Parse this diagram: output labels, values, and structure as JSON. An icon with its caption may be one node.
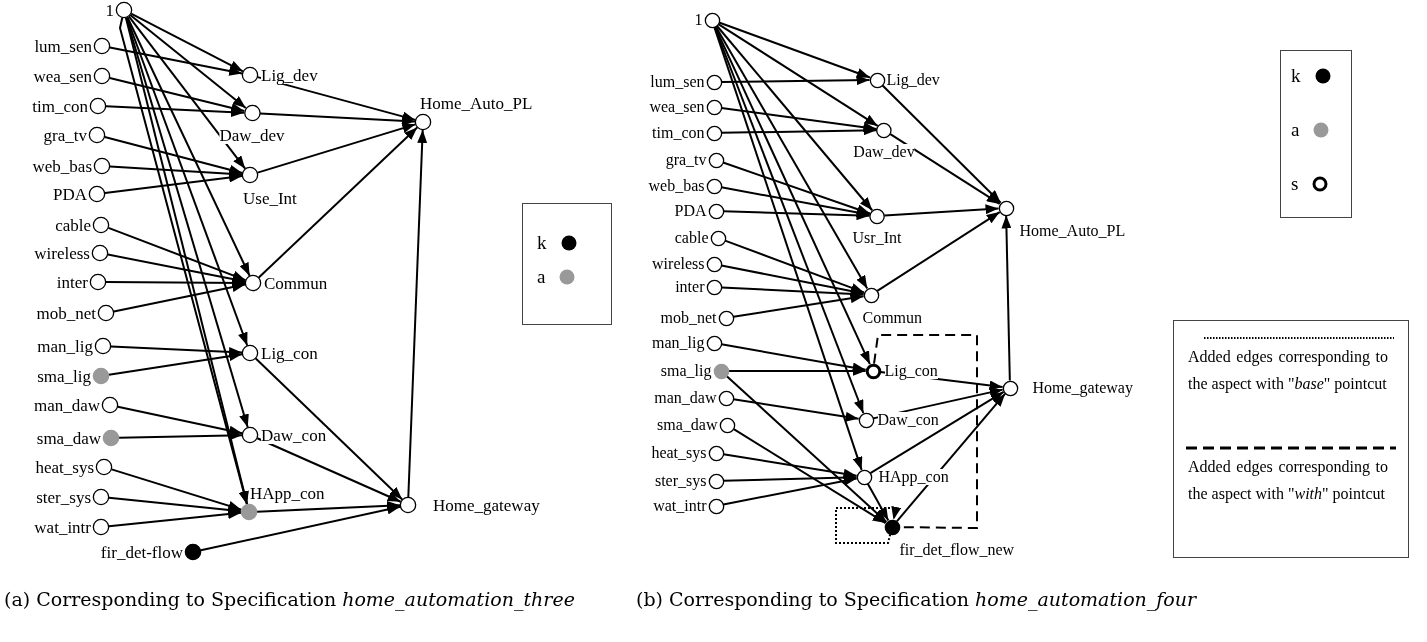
{
  "diagram": {
    "nodes": [
      {
        "text": [
          "1"
        ]
      },
      {
        "text": [
          "lum_sen"
        ]
      },
      {
        "text": [
          "wea_sen"
        ]
      },
      {
        "text": [
          "tim_con"
        ]
      },
      {
        "text": [
          "gra_tv"
        ]
      },
      {
        "text": [
          "web_bas"
        ]
      },
      {
        "text": [
          "PDA"
        ]
      },
      {
        "text": [
          "cable"
        ]
      },
      {
        "text": [
          "wireless"
        ]
      },
      {
        "text": [
          "inter"
        ]
      },
      {
        "text": [
          "mob_net"
        ]
      },
      {
        "text": [
          "man_lig"
        ]
      },
      {
        "text": [
          "sma_lig"
        ]
      },
      {
        "text": [
          "man_daw"
        ]
      },
      {
        "text": [
          "sma_daw"
        ]
      },
      {
        "text": [
          "heat_sys"
        ]
      },
      {
        "text": [
          "ster_sys"
        ]
      },
      {
        "text": [
          "wat_intr"
        ]
      },
      {
        "text": [
          "fir_det-flow"
        ]
      },
      {
        "text": [
          "Lig_dev"
        ]
      },
      {
        "text": [
          "Daw_dev"
        ]
      },
      {
        "text": [
          "Use_Int"
        ]
      },
      {
        "text": [
          "Commun"
        ]
      },
      {
        "text": [
          "Lig_con"
        ]
      },
      {
        "text": [
          "Daw_con"
        ]
      },
      {
        "text": [
          "HApp_con"
        ]
      },
      {
        "text": [
          "Home_Auto_PL"
        ]
      },
      {
        "text": [
          "Home_gateway"
        ]
      },
      {
        "text": [
          "1"
        ]
      },
      {
        "text": [
          "lum_sen"
        ]
      },
      {
        "text": [
          "wea_sen"
        ]
      },
      {
        "text": [
          "tim_con"
        ]
      },
      {
        "text": [
          "gra_tv"
        ]
      },
      {
        "text": [
          "web_bas"
        ]
      },
      {
        "text": [
          "PDA"
        ]
      },
      {
        "text": [
          "cable"
        ]
      },
      {
        "text": [
          "wireless"
        ]
      },
      {
        "text": [
          "inter"
        ]
      },
      {
        "text": [
          "mob_net"
        ]
      },
      {
        "text": [
          "man_lig"
        ]
      },
      {
        "text": [
          "sma_lig"
        ]
      },
      {
        "text": [
          "man_daw"
        ]
      },
      {
        "text": [
          "sma_daw"
        ]
      },
      {
        "text": [
          "heat_sys"
        ]
      },
      {
        "text": [
          "ster_sys"
        ]
      },
      {
        "text": [
          "wat_intr"
        ]
      },
      {
        "text": [
          "Lig_dev"
        ]
      },
      {
        "text": [
          "Daw_dev"
        ]
      },
      {
        "text": [
          "Usr_Int"
        ]
      },
      {
        "text": [
          "Commun"
        ]
      },
      {
        "text": [
          "Lig_con"
        ]
      },
      {
        "text": [
          "Daw_con"
        ]
      },
      {
        "text": [
          "HApp_con"
        ]
      },
      {
        "text": [
          "fir_det_flow_new"
        ]
      },
      {
        "text": [
          "Home_Auto_PL"
        ]
      },
      {
        "text": [
          "Home_gateway"
        ]
      }
    ],
    "edges": [
      {
        "from": 0,
        "to": 19,
        "arrow": "to"
      },
      {
        "from": 0,
        "to": 20,
        "arrow": "to"
      },
      {
        "from": 0,
        "to": 21,
        "arrow": "to"
      },
      {
        "from": 0,
        "to": 22,
        "arrow": "to"
      },
      {
        "from": 0,
        "to": 23,
        "arrow": "to"
      },
      {
        "from": 0,
        "to": 24,
        "arrow": "to"
      },
      {
        "from": 0,
        "to": 25,
        "arrow": "to"
      },
      {
        "from": 0,
        "to": 25,
        "arrow": "to"
      },
      {
        "from": 1,
        "to": 19,
        "arrow": "to"
      },
      {
        "from": 2,
        "to": 20,
        "arrow": "to"
      },
      {
        "from": 3,
        "to": 20,
        "arrow": "to"
      },
      {
        "from": 4,
        "to": 21,
        "arrow": "to"
      },
      {
        "from": 5,
        "to": 21,
        "arrow": "to"
      },
      {
        "from": 6,
        "to": 21,
        "arrow": "to"
      },
      {
        "from": 7,
        "to": 22,
        "arrow": "to"
      },
      {
        "from": 8,
        "to": 22,
        "arrow": "to"
      },
      {
        "from": 9,
        "to": 22,
        "arrow": "to"
      },
      {
        "from": 10,
        "to": 22,
        "arrow": "to"
      },
      {
        "from": 11,
        "to": 23,
        "arrow": "to"
      },
      {
        "from": 12,
        "to": 23,
        "arrow": "to"
      },
      {
        "from": 13,
        "to": 24,
        "arrow": "to"
      },
      {
        "from": 14,
        "to": 24,
        "arrow": "to"
      },
      {
        "from": 15,
        "to": 25,
        "arrow": "to"
      },
      {
        "from": 16,
        "to": 25,
        "arrow": "to"
      },
      {
        "from": 17,
        "to": 25,
        "arrow": "to"
      },
      {
        "from": 19,
        "to": 26,
        "arrow": "to"
      },
      {
        "from": 20,
        "to": 26,
        "arrow": "to"
      },
      {
        "from": 21,
        "to": 26,
        "arrow": "to"
      },
      {
        "from": 22,
        "to": 26,
        "arrow": "to"
      },
      {
        "from": 23,
        "to": 27,
        "arrow": "to"
      },
      {
        "from": 24,
        "to": 27,
        "arrow": "to"
      },
      {
        "from": 25,
        "to": 27,
        "arrow": "to"
      },
      {
        "from": 18,
        "to": 27,
        "arrow": "to"
      },
      {
        "from": 27,
        "to": 26,
        "arrow": "to"
      },
      {
        "from": 28,
        "to": 46,
        "arrow": "to"
      },
      {
        "from": 28,
        "to": 47,
        "arrow": "to"
      },
      {
        "from": 28,
        "to": 48,
        "arrow": "to"
      },
      {
        "from": 28,
        "to": 49,
        "arrow": "to"
      },
      {
        "from": 28,
        "to": 50,
        "arrow": "to"
      },
      {
        "from": 28,
        "to": 51,
        "arrow": "to"
      },
      {
        "from": 28,
        "to": 52,
        "arrow": "to"
      },
      {
        "from": 29,
        "to": 46,
        "arrow": "to"
      },
      {
        "from": 30,
        "to": 47,
        "arrow": "to"
      },
      {
        "from": 31,
        "to": 47,
        "arrow": "to"
      },
      {
        "from": 32,
        "to": 48,
        "arrow": "to"
      },
      {
        "from": 33,
        "to": 48,
        "arrow": "to"
      },
      {
        "from": 34,
        "to": 48,
        "arrow": "to"
      },
      {
        "from": 35,
        "to": 49,
        "arrow": "to"
      },
      {
        "from": 36,
        "to": 49,
        "arrow": "to"
      },
      {
        "from": 37,
        "to": 49,
        "arrow": "to"
      },
      {
        "from": 38,
        "to": 49,
        "arrow": "to"
      },
      {
        "from": 39,
        "to": 50,
        "arrow": "to"
      },
      {
        "from": 40,
        "to": 50,
        "arrow": "to"
      },
      {
        "from": 40,
        "to": 53,
        "arrow": "to"
      },
      {
        "from": 41,
        "to": 51,
        "arrow": "to"
      },
      {
        "from": 42,
        "to": 53,
        "arrow": "to"
      },
      {
        "from": 43,
        "to": 52,
        "arrow": "to"
      },
      {
        "from": 44,
        "to": 52,
        "arrow": "to"
      },
      {
        "from": 45,
        "to": 52,
        "arrow": "to"
      },
      {
        "from": 52,
        "to": 53,
        "arrow": "to"
      },
      {
        "from": 46,
        "to": 54,
        "arrow": "to"
      },
      {
        "from": 47,
        "to": 54,
        "arrow": "to"
      },
      {
        "from": 48,
        "to": 54,
        "arrow": "to"
      },
      {
        "from": 49,
        "to": 54,
        "arrow": "to"
      },
      {
        "from": 50,
        "to": 55,
        "arrow": "to"
      },
      {
        "from": 51,
        "to": 55,
        "arrow": "to"
      },
      {
        "from": 52,
        "to": 55,
        "arrow": "to"
      },
      {
        "from": 53,
        "to": 55,
        "arrow": "to"
      },
      {
        "from": 55,
        "to": 54,
        "arrow": "to"
      },
      {
        "from": 50,
        "to": 53,
        "arrow": "none",
        "style": "dashed"
      },
      {
        "from": 53,
        "to": 53,
        "arrow": "to",
        "style": "dashed"
      }
    ],
    "labels": [
      "(a) Corresponding to Specification *home_automation_three*",
      "(b) Corresponding to Specification *home_automation_four*"
    ],
    "legend": [
      {
        "text": "k",
        "color": "#000000"
      },
      {
        "text": "a",
        "color": "#999999"
      },
      {
        "text": "k",
        "color": "#000000"
      },
      {
        "text": "a",
        "color": "#999999"
      },
      {
        "text": "s"
      },
      {
        "text": "Added edges corresponding to the aspect with \"*base*\" pointcut"
      },
      {
        "text": "Added edges corresponding to the aspect with \"*with*\" pointcut"
      }
    ]
  }
}
